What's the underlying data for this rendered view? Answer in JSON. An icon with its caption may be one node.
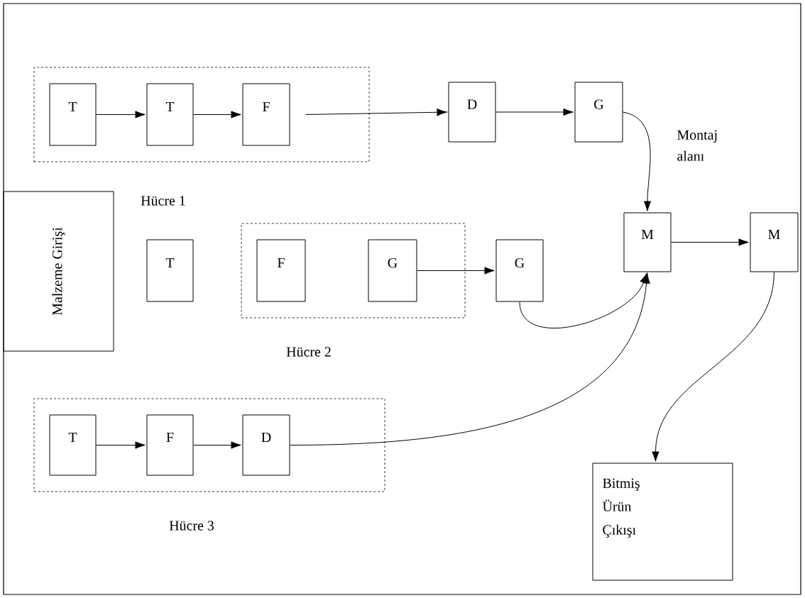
{
  "diagram": {
    "nodes": [
      {
        "text": [
          "Hücre 1"
        ]
      },
      {
        "text": [
          "T"
        ],
        "in": 0
      },
      {
        "text": [
          "T"
        ],
        "in": 0
      },
      {
        "text": [
          "F"
        ],
        "in": 0
      },
      {
        "text": [
          "D"
        ]
      },
      {
        "text": [
          "G"
        ]
      },
      {
        "text": [
          "Malzeme Girişi"
        ]
      },
      {
        "text": [
          "T"
        ]
      },
      {
        "text": [
          "Hücre 2"
        ]
      },
      {
        "text": [
          "F"
        ],
        "in": 8
      },
      {
        "text": [
          "G"
        ],
        "in": 8
      },
      {
        "text": [
          "G"
        ]
      },
      {
        "text": [
          "M"
        ],
        "beside": [
          "Montaj alanı"
        ]
      },
      {
        "text": [
          "M"
        ]
      },
      {
        "text": [
          "Hücre 3"
        ]
      },
      {
        "text": [
          "T"
        ],
        "in": 14
      },
      {
        "text": [
          "F"
        ],
        "in": 14
      },
      {
        "text": [
          "D"
        ],
        "in": 14
      },
      {
        "text": [
          "Bitmiş Ürün Çıkışı"
        ]
      }
    ],
    "edges": [
      {
        "from": 1,
        "to": 2,
        "arrow": "to"
      },
      {
        "from": 2,
        "to": 3,
        "arrow": "to"
      },
      {
        "from": 3,
        "to": 4,
        "arrow": "to"
      },
      {
        "from": 4,
        "to": 5,
        "arrow": "to"
      },
      {
        "from": 5,
        "to": 12,
        "arrow": "to"
      },
      {
        "from": 10,
        "to": 11,
        "arrow": "to"
      },
      {
        "from": 11,
        "to": 12,
        "arrow": "to"
      },
      {
        "from": 17,
        "to": 12,
        "arrow": "to"
      },
      {
        "from": 12,
        "to": 13,
        "arrow": "to"
      },
      {
        "from": 13,
        "to": 18,
        "arrow": "to"
      },
      {
        "from": 15,
        "to": 16,
        "arrow": "to"
      },
      {
        "from": 16,
        "to": 17,
        "arrow": "to"
      }
    ]
  }
}
